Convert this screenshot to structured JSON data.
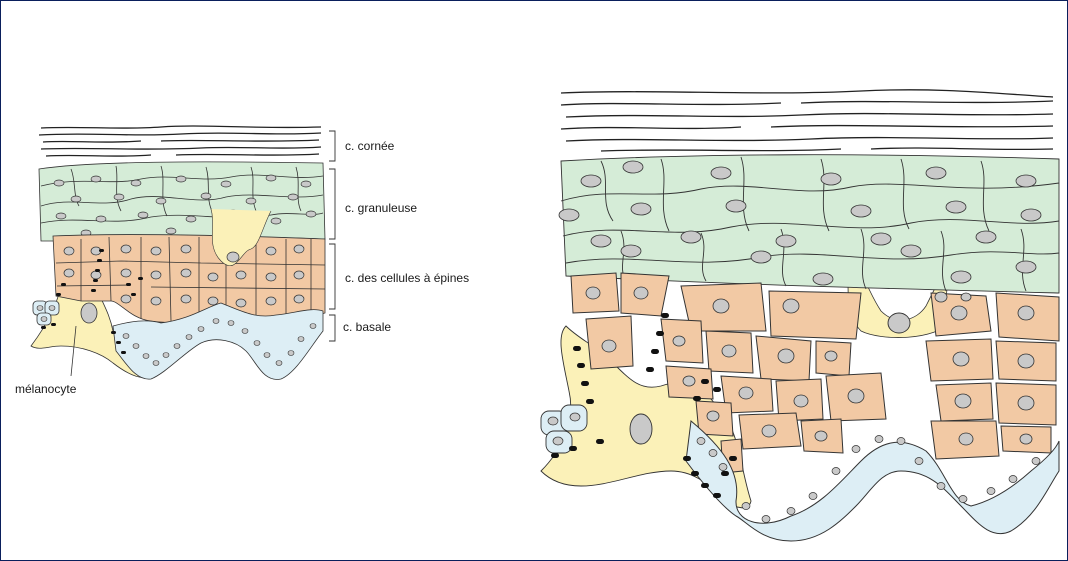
{
  "labels": {
    "cornee": "c.  cornée",
    "granuleuse": "c.  granuleuse",
    "epines": "c.  des cellules à épines",
    "basale": "c. basale",
    "melanocyte": "mélanocyte"
  },
  "colors": {
    "frame": "#0a1f5c",
    "granular": "#d5ecd7",
    "spinous": "#f2c9a4",
    "basal": "#ddeef5",
    "melanocyte": "#fbf1b8",
    "nucleus": "#c9c9c9",
    "stroke": "#333333"
  }
}
